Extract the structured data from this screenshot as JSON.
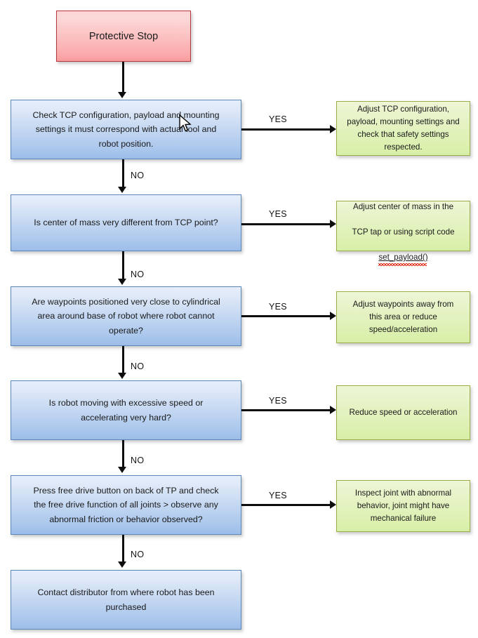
{
  "diagram": {
    "title_node": {
      "label": "Protective Stop",
      "fill_top": "#fbd4d4",
      "fill_bottom": "#f99a9d",
      "border": "#b03a3f"
    },
    "colors": {
      "decision_fill_top": "#e6eefb",
      "decision_fill_bottom": "#9dbde9",
      "decision_border": "#5b86b8",
      "action_fill_top": "#eef7d6",
      "action_fill_bottom": "#d8eea6",
      "action_border": "#9aac48",
      "connector": "#0d0d0d",
      "spellcheck_squiggle": "#e02b17"
    },
    "edge_labels": {
      "yes": "YES",
      "no": "NO"
    },
    "steps": [
      {
        "decision": "Check TCP configuration,  payload  and mounting\nsettings  it must correspond  with actual tool and\nrobot  position.",
        "yes_label": "YES",
        "no_label": "NO",
        "action": "Adjust TCP configuration,\npayload, mounting settings and\ncheck that safety settings\nrespected."
      },
      {
        "decision": "Is center of mass very different from TCP point?",
        "yes_label": "YES",
        "no_label": "NO",
        "action_line1": "Adjust center of mass in the",
        "action_line2": "TCP tap or using script code",
        "action_code": "set_payload()"
      },
      {
        "decision": "Are waypoints  positioned  very close to cylindrical\narea around  base of robot  where robot  cannot\noperate?",
        "yes_label": "YES",
        "no_label": "NO",
        "action": "Adjust waypoints away from\nthis area or reduce\nspeed/acceleration"
      },
      {
        "decision": "Is robot  moving  with excessive  speed or\naccelerating  very hard?",
        "yes_label": "YES",
        "no_label": "NO",
        "action": "Reduce speed or acceleration"
      },
      {
        "decision": "Press free drive button  on back of TP and check\nthe free drive function of all joints > observe  any\nabnormal  friction  or behavior  observed?",
        "yes_label": "YES",
        "no_label": "NO",
        "action": "Inspect joint with abnormal\nbehavior, joint might have\nmechanical failure"
      }
    ],
    "final_node": {
      "label": "Contact  distributor  from where robot  has been\npurchased"
    }
  }
}
